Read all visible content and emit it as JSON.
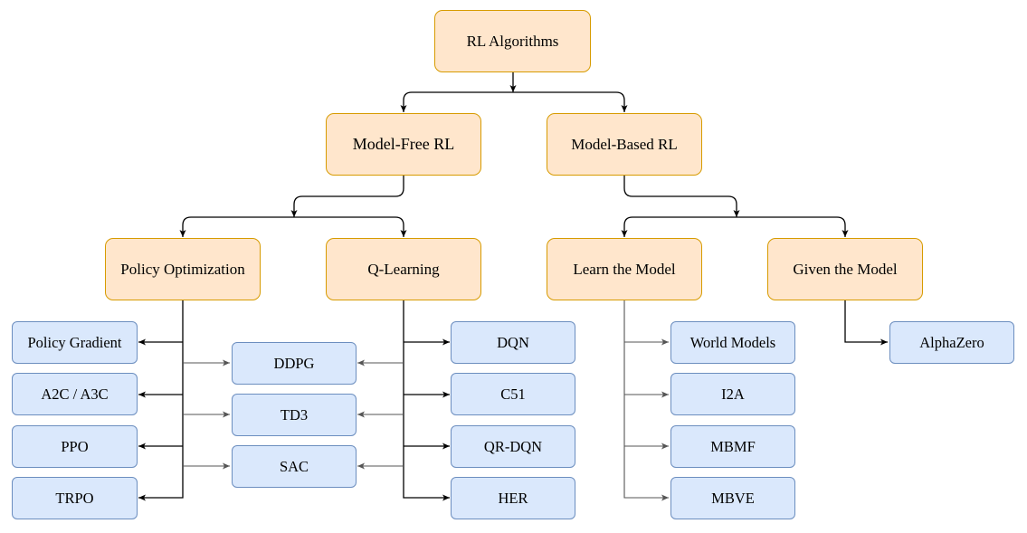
{
  "root": "RL Algorithms",
  "level1": {
    "model_free": "Model-Free RL",
    "model_based": "Model-Based RL"
  },
  "level2": {
    "policy_optimization": "Policy Optimization",
    "q_learning": "Q-Learning",
    "learn_model": "Learn the Model",
    "given_model": "Given the Model"
  },
  "policy_methods": [
    "Policy Gradient",
    "A2C / A3C",
    "PPO",
    "TRPO"
  ],
  "hybrid_methods": [
    "DDPG",
    "TD3",
    "SAC"
  ],
  "q_methods": [
    "DQN",
    "C51",
    "QR-DQN",
    "HER"
  ],
  "learn_model_methods": [
    "World Models",
    "I2A",
    "MBMF",
    "MBVE"
  ],
  "given_model_methods": [
    "AlphaZero"
  ],
  "colors": {
    "category_fill": "#ffe6cc",
    "category_border": "#d79b00",
    "algorithm_fill": "#dae8fc",
    "algorithm_border": "#6c8ebf",
    "edge": "#000000",
    "edge_light": "#555555"
  }
}
